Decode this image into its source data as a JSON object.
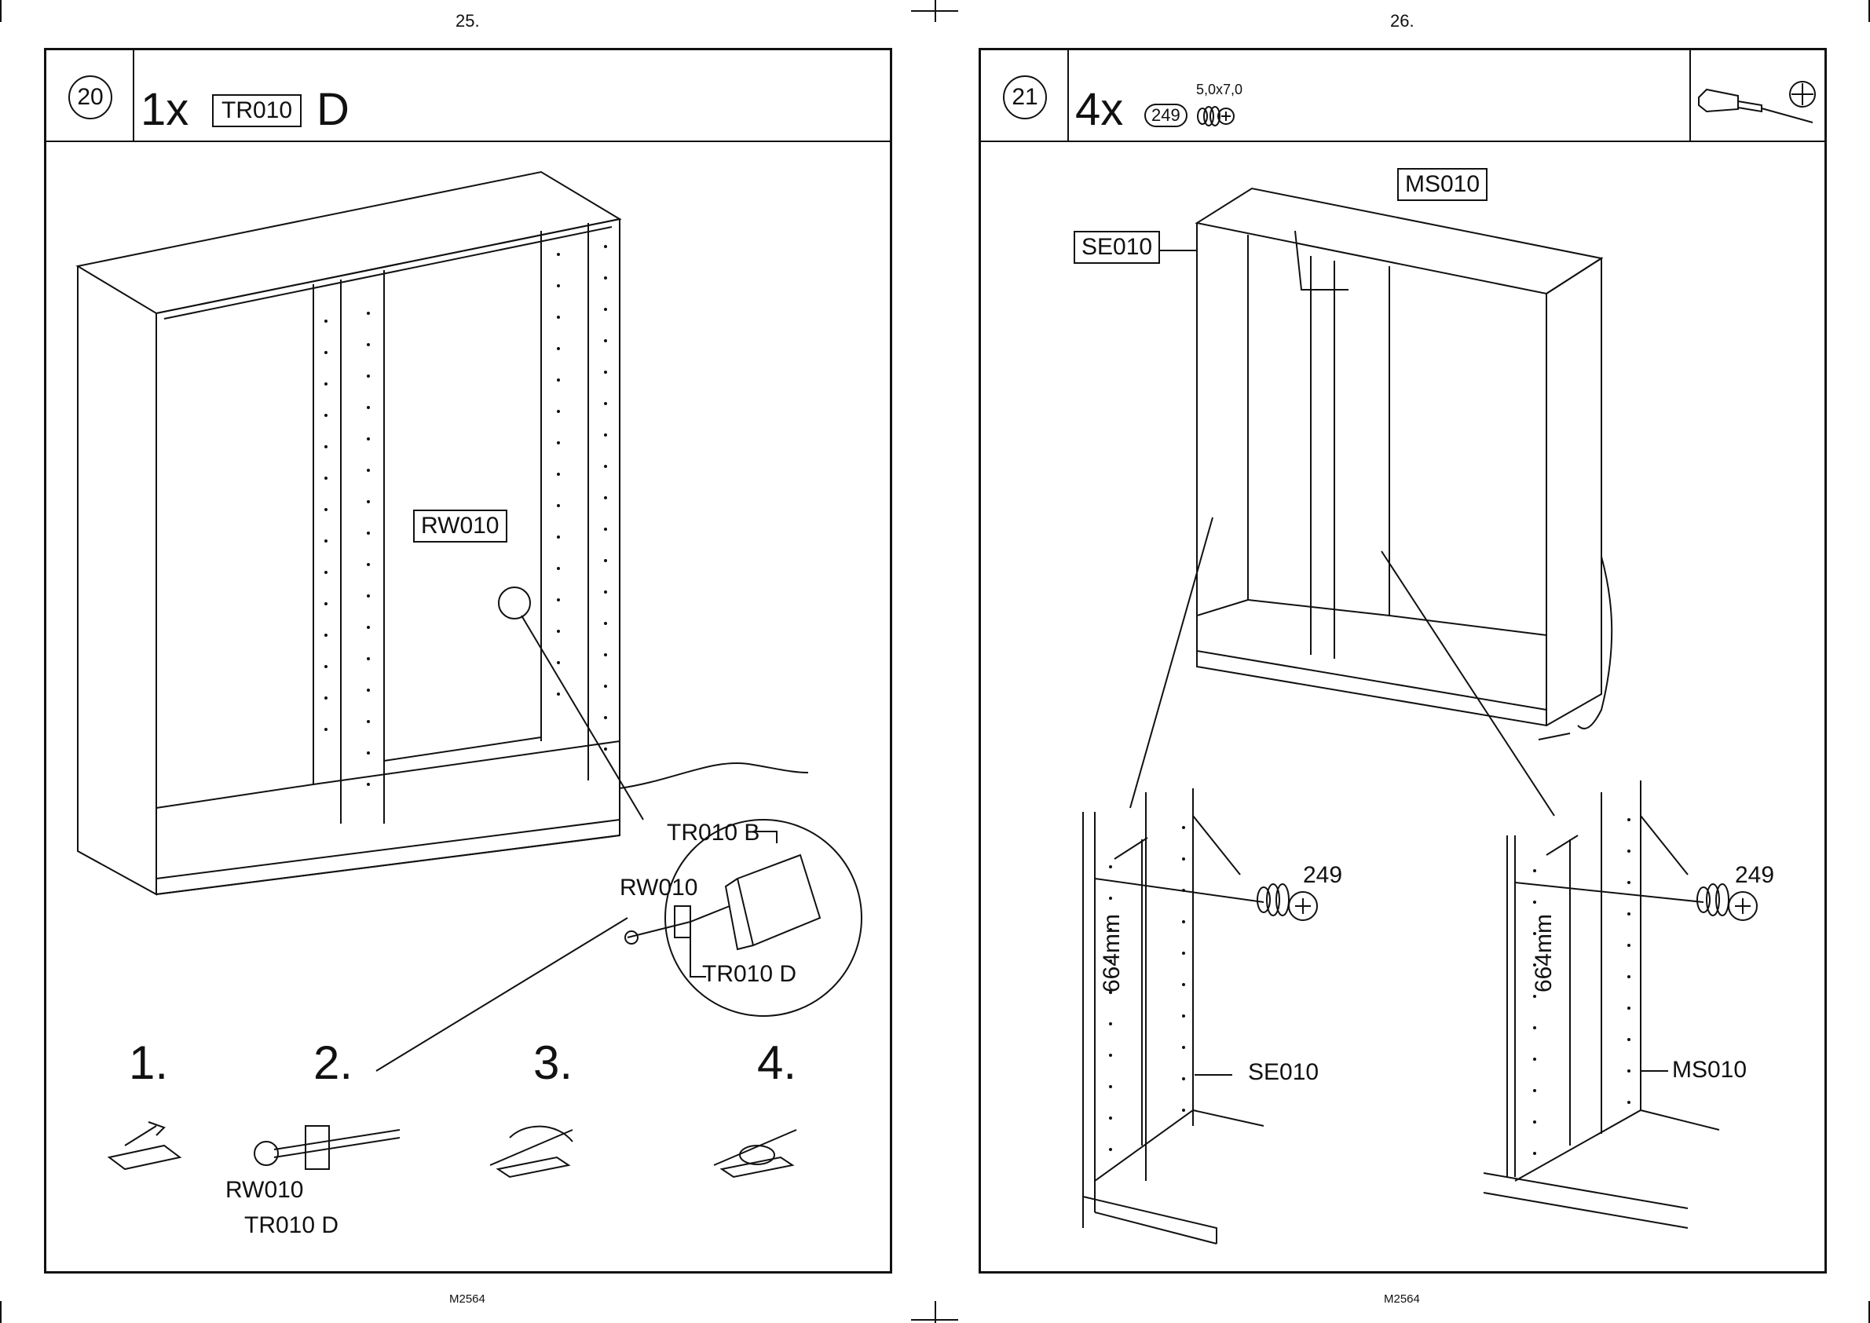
{
  "left_page": {
    "page_number": "25.",
    "footer_code": "M2564",
    "step": {
      "number": "20",
      "quantity": "1x",
      "part_code": "TR010",
      "part_suffix": "D"
    },
    "labels": {
      "main_part": "RW010",
      "detail_top": "TR010 B",
      "detail_left": "RW010",
      "detail_bottom": "TR010 D",
      "bottom_left_part": "RW010",
      "bottom_left_clip": "TR010 D"
    },
    "substeps": [
      "1.",
      "2.",
      "3.",
      "4."
    ]
  },
  "right_page": {
    "page_number": "26.",
    "footer_code": "M2564",
    "step": {
      "number": "21",
      "quantity": "4x",
      "hardware_number": "249",
      "hardware_size": "5,0x7,0"
    },
    "tool_icon": "screwdriver-phillips-icon",
    "labels": {
      "top_part": "MS010",
      "left_part": "SE010",
      "detail_left_hw": "249",
      "detail_left_dim": "664mm",
      "detail_left_part": "SE010",
      "detail_right_hw": "249",
      "detail_right_dim": "664mm",
      "detail_right_part": "MS010"
    }
  }
}
